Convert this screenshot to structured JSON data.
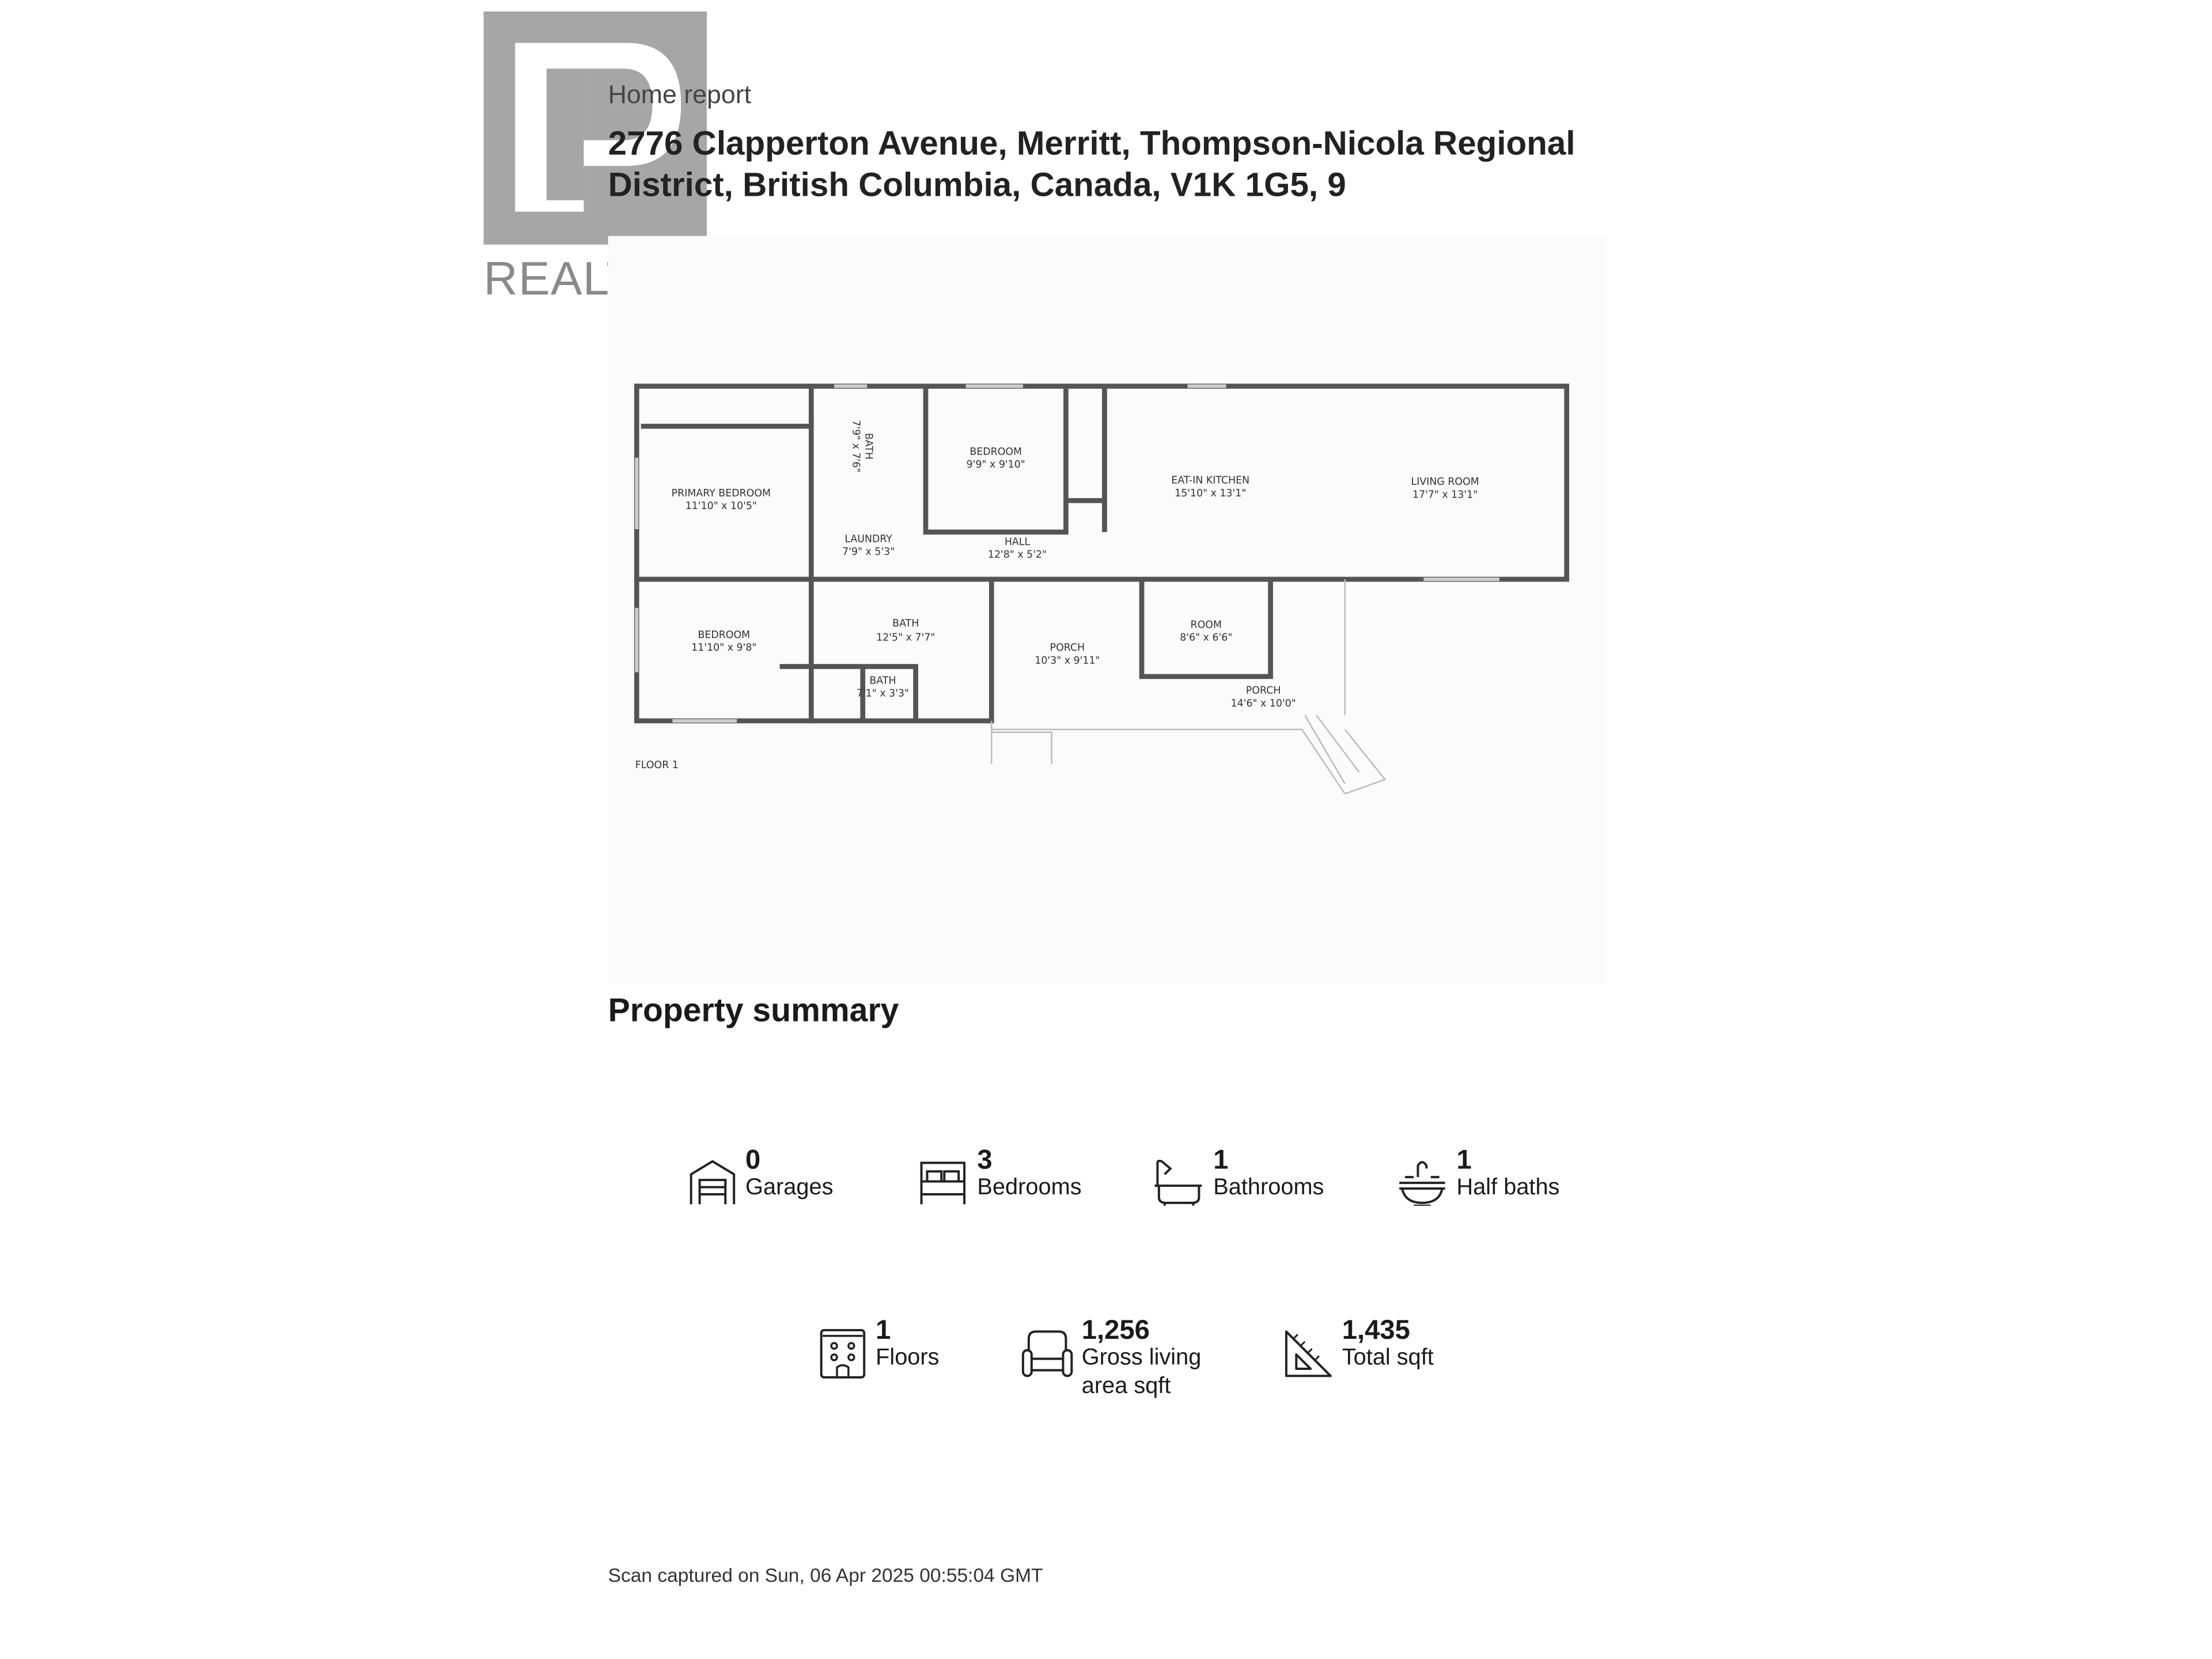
{
  "logo": {
    "text": "REALTOR",
    "mark": "®"
  },
  "header": {
    "kicker": "Home report",
    "address": "2776 Clapperton Avenue, Merritt, Thompson-Nicola Regional District, British Columbia, Canada, V1K 1G5, 9"
  },
  "floorplan": {
    "floor_label": "FLOOR 1",
    "rooms": [
      {
        "name": "PRIMARY BEDROOM",
        "size": "11'10\" x 10'5\""
      },
      {
        "name": "BATH",
        "size": "7'9\" x 7'6\""
      },
      {
        "name": "BEDROOM",
        "size": "9'9\" x 9'10\""
      },
      {
        "name": "EAT-IN KITCHEN",
        "size": "15'10\" x 13'1\""
      },
      {
        "name": "LIVING ROOM",
        "size": "17'7\" x 13'1\""
      },
      {
        "name": "LAUNDRY",
        "size": "7'9\" x 5'3\""
      },
      {
        "name": "HALL",
        "size": "12'8\" x 5'2\""
      },
      {
        "name": "BEDROOM",
        "size": "11'10\" x 9'8\""
      },
      {
        "name": "BATH",
        "size": "12'5\" x 7'7\""
      },
      {
        "name": "BATH",
        "size": "7'1\" x 3'3\""
      },
      {
        "name": "PORCH",
        "size": "10'3\" x 9'11\""
      },
      {
        "name": "ROOM",
        "size": "8'6\" x 6'6\""
      },
      {
        "name": "PORCH",
        "size": "14'6\" x 10'0\""
      }
    ]
  },
  "summary": {
    "title": "Property summary",
    "stats": [
      {
        "icon": "garage-icon",
        "value": "0",
        "label": "Garages"
      },
      {
        "icon": "bed-icon",
        "value": "3",
        "label": "Bedrooms"
      },
      {
        "icon": "bathtub-icon",
        "value": "1",
        "label": "Bathrooms"
      },
      {
        "icon": "sink-icon",
        "value": "1",
        "label": "Half baths"
      },
      {
        "icon": "building-icon",
        "value": "1",
        "label": "Floors"
      },
      {
        "icon": "sofa-icon",
        "value": "1,256",
        "label": "Gross living area sqft"
      },
      {
        "icon": "set-square-icon",
        "value": "1,435",
        "label": "Total sqft"
      }
    ]
  },
  "footer": {
    "scan_text": "Scan captured on Sun, 06 Apr 2025 00:55:04 GMT"
  }
}
